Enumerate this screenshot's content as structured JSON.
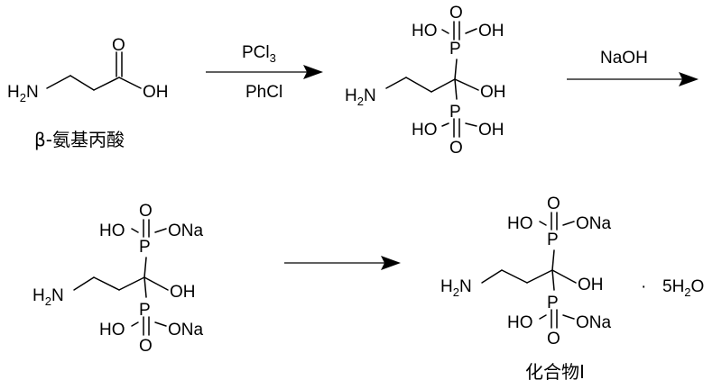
{
  "atoms": {
    "nitrogen": "N",
    "hydrogen": "H",
    "subscript_2": "2",
    "oxygen": "O",
    "hydroxyl": "OH",
    "hydroxyl_left": "HO",
    "phosphorus": "P",
    "sodium_oxide": "ONa"
  },
  "reagents": {
    "step1_above": "PCl",
    "step1_above_sub": "3",
    "step1_below": "PhCl",
    "step2_above": "NaOH"
  },
  "labels": {
    "starting_material": "β-氨基丙酸",
    "product": "化合物I",
    "hydrate_dot": "·",
    "hydrate_coefficient": "5H",
    "hydrate_sub": "2",
    "hydrate_o": "O"
  }
}
